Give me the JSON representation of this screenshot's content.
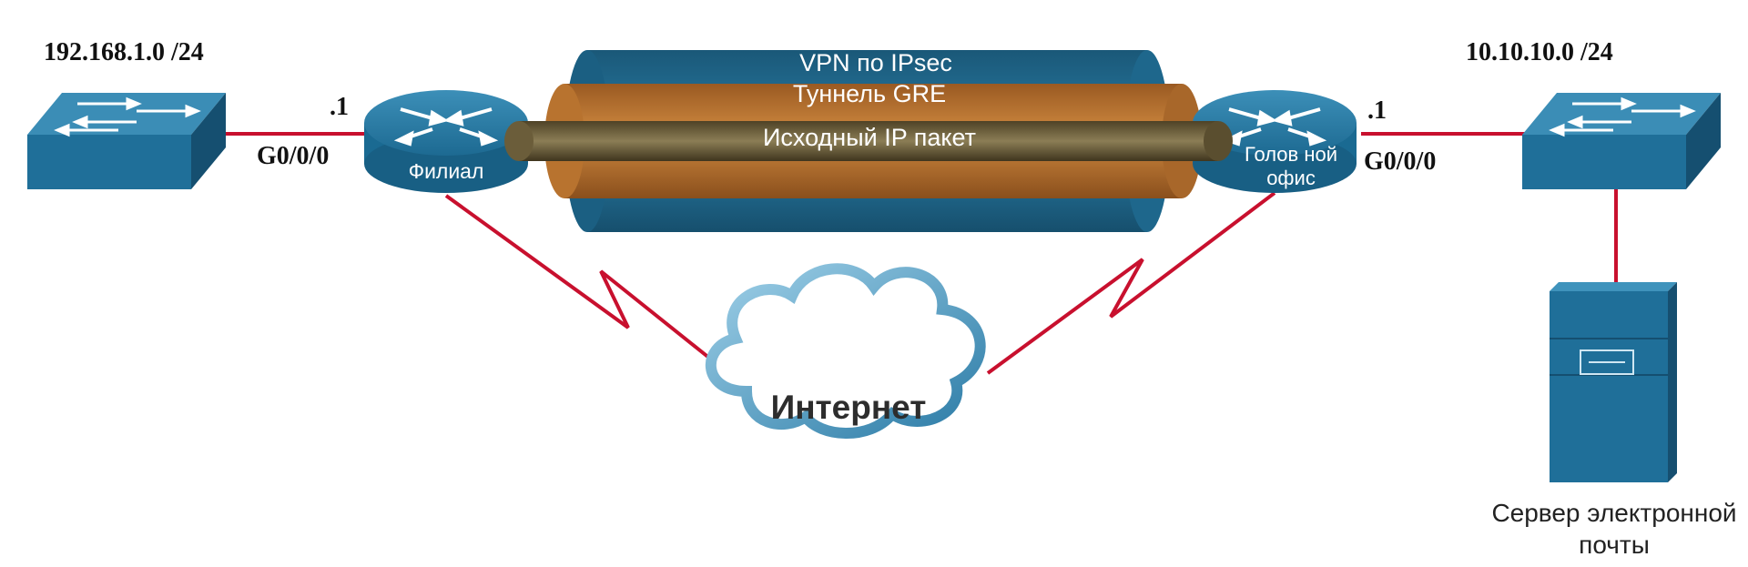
{
  "networks": {
    "left_subnet": "192.168.1.0 /24",
    "right_subnet": "10.10.10.0 /24"
  },
  "branch_router": {
    "label": "Филиал",
    "ip_suffix": ".1",
    "interface": "G0/0/0"
  },
  "hq_router": {
    "label_line1": "Голов ной",
    "label_line2": "офис",
    "ip_suffix": ".1",
    "interface": "G0/0/0"
  },
  "tunnels": {
    "ipsec": "VPN по IPsec",
    "gre": "Туннель GRE",
    "original_packet": "Исходный IP пакет"
  },
  "cloud": {
    "label": "Интернет"
  },
  "server": {
    "label_line1": "Сервер электронной",
    "label_line2": "почты"
  },
  "colors": {
    "device_blue": "#1f6f99",
    "ipsec_tunnel": "#1b5f82",
    "gre_tunnel": "#b8732f",
    "packet_tube": "#6b5d3a",
    "link_red": "#c8102e"
  }
}
